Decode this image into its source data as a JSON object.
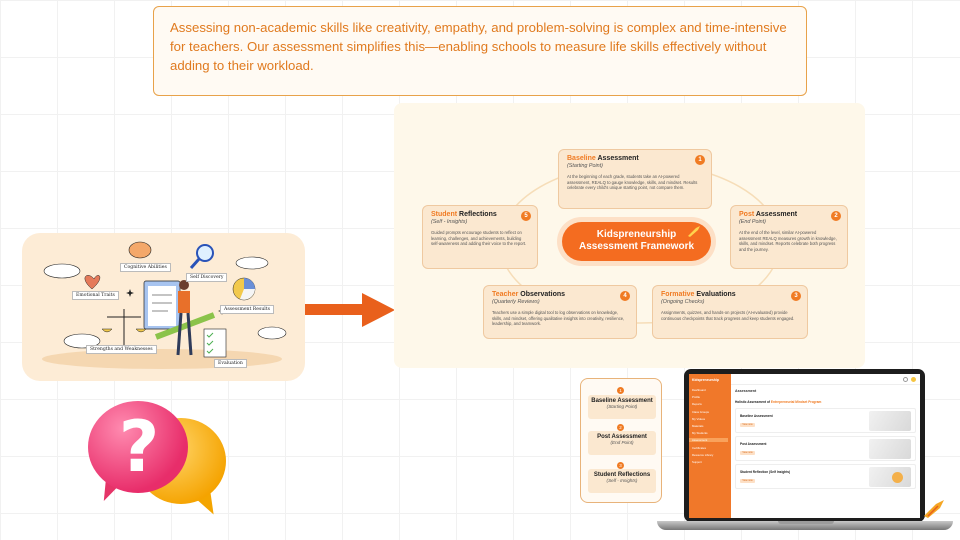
{
  "callout": {
    "text": "Assessing non-academic skills like creativity, empathy, and problem-solving is complex and time-intensive for teachers. Our assessment simplifies this—enabling schools to measure life skills effectively without adding to their workload."
  },
  "illustration": {
    "labels": {
      "cognitive": "Cognitive Abilities",
      "self_discovery": "Self Discovery",
      "emotional": "Emotional Traits",
      "assessment_results": "Assessment Results",
      "strengths": "Strengths and Weaknesses",
      "evaluation": "Evaluation"
    }
  },
  "framework": {
    "center_line1": "Kidspreneurship",
    "center_line2": "Assessment Framework",
    "stages": [
      {
        "num": "1",
        "highlight": "Baseline",
        "rest": " Assessment",
        "sub": "(Starting Point)",
        "desc": "At the beginning of each grade, students take an AI-powered assessment, REALQ to gauge knowledge, skills, and mindset. Results celebrate every child's unique starting point, not compare them."
      },
      {
        "num": "2",
        "highlight": "Post",
        "rest": " Assessment",
        "sub": "(End Point)",
        "desc": "At the end of the level, similar AI-powered assessment REALQ measures growth in knowledge, skills, and mindset. Reports celebrate both progress and the journey."
      },
      {
        "num": "3",
        "highlight": "Formative",
        "rest": " Evaluations",
        "sub": "(Ongoing Checks)",
        "desc": "Assignments, quizzes, and hands-on projects (AI-evaluated) provide continuous checkpoints that track progress and keep students engaged."
      },
      {
        "num": "4",
        "highlight": "Teacher",
        "rest": " Observations",
        "sub": "(Quarterly Reviews)",
        "desc": "Teachers use a simple digital tool to log observations on knowledge, skills, and mindset, offering qualitative insights into creativity, resilience, leadership, and teamwork."
      },
      {
        "num": "5",
        "highlight": "Student",
        "rest": " Reflections",
        "sub": "(Self - Insights)",
        "desc": "Guided prompts encourage students to reflect on learning, challenges, and achievements, building self-awareness and adding their voice to the report."
      }
    ]
  },
  "question_icon": {
    "glyph": "?"
  },
  "mini_card": {
    "items": [
      {
        "num": "1",
        "title": "Baseline Assessment",
        "sub": "(Starting Point)"
      },
      {
        "num": "2",
        "title": "Post Assessment",
        "sub": "(End Point)"
      },
      {
        "num": "3",
        "title": "Student Reflections",
        "sub": "(Self - Insights)"
      }
    ]
  },
  "app": {
    "logo": "Kidspreneurship",
    "nav": [
      "Dashboard",
      "Profile",
      "Reports",
      "Class Groups",
      "My Videos",
      "Materials",
      "My Students",
      "Assessment",
      "Certificates",
      "Resource Library",
      "Support"
    ],
    "page_title": "Assessment",
    "heading_prefix": "Holistic Assessment of",
    "heading_highlight": "Entrepreneurial Mindset Program",
    "rows": [
      {
        "label": "Baseline Assessment",
        "btn": "View now"
      },
      {
        "label": "Post Assessment",
        "btn": "View now"
      },
      {
        "label": "Student Reflection (Self Insights)",
        "btn": "View now"
      }
    ],
    "colors": {
      "sidebar": "#f0782a",
      "accent": "#f07b23"
    }
  },
  "colors": {
    "accent": "#f07b23",
    "arrow": "#e9601c",
    "callout_text": "#e07a1f"
  }
}
